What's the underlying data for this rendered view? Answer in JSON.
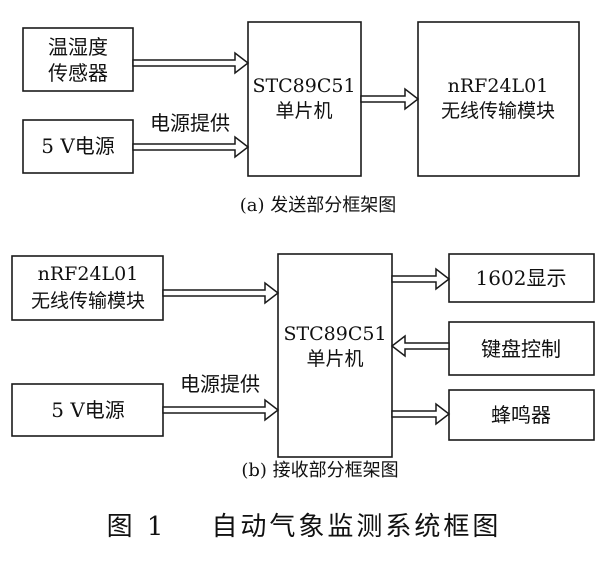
{
  "send": {
    "sensor": [
      "温湿度",
      "传感器"
    ],
    "power": "5  V电源",
    "power_note": "电源提供",
    "mcu": [
      "STC89C51",
      "单片机"
    ],
    "rf": [
      "nRF24L01",
      "无线传输模块"
    ],
    "caption": "(a)  发送部分框架图"
  },
  "recv": {
    "rf": [
      "nRF24L01",
      "无线传输模块"
    ],
    "power": "5  V电源",
    "power_note": "电源提供",
    "mcu": [
      "STC89C51",
      "单片机"
    ],
    "display": "1602显示",
    "keyboard": "键盘控制",
    "buzzer": "蜂鸣器",
    "caption": "(b)  接收部分框架图"
  },
  "figure_title": "图 1    自动气象监测系统框图"
}
